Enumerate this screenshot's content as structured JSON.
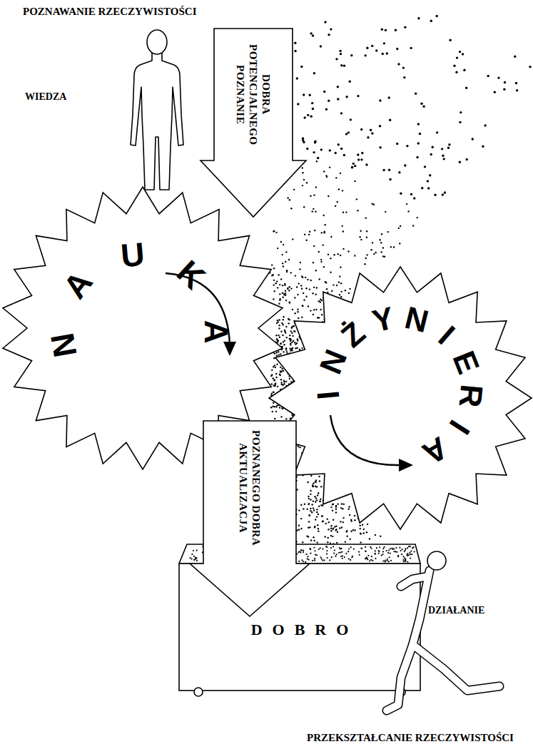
{
  "diagram": {
    "title": "POZNAWANIE RZECZYWISTOŚCI",
    "caption": "PRZEKSZTAŁCANIE RZECZYWISTOŚCI",
    "nodes": [
      {
        "text": [
          "POZNANIE POTENCJALNEGO DOBRA"
        ]
      },
      {
        "text": [
          "NAUKA"
        ]
      },
      {
        "text": [
          "INŻYNIERIA"
        ]
      },
      {
        "text": [
          "AKTUALIZACJA POZNANEGO DOBRA"
        ]
      },
      {
        "text": [
          "DOBRO"
        ]
      }
    ],
    "labels": [
      "WIEDZA",
      "DZIAŁANIE"
    ]
  }
}
